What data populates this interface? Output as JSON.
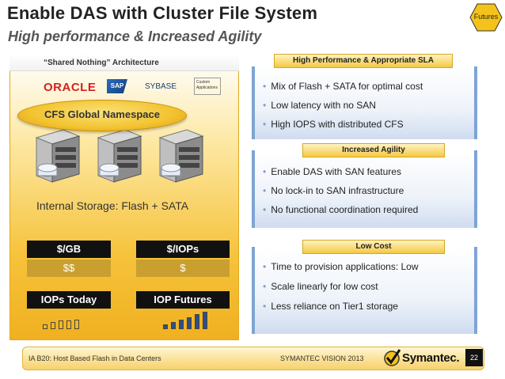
{
  "title": "Enable DAS with Cluster File System",
  "subtitle": "High performance & Increased Agility",
  "badge": "Futures",
  "left": {
    "architecture_label": "“Shared Nothing” Architecture",
    "logos": {
      "oracle": "ORACLE",
      "sap": "SAP",
      "sybase": "SYBASE",
      "custom_line1": "Custom",
      "custom_line2": "Applications"
    },
    "namespace": "CFS Global Namespace",
    "storage": "Internal Storage: Flash + SATA",
    "table": {
      "col1_head": "$/GB",
      "col2_head": "$/IOPs",
      "col1_val": "$$",
      "col2_val": "$",
      "col1_label": "IOPs Today",
      "col2_label": "IOP Futures"
    },
    "iops_today_levels": [
      0.25,
      0.4,
      0.5,
      0.5,
      0.55
    ],
    "iop_futures_levels": [
      0.25,
      0.4,
      0.55,
      0.7,
      0.85,
      1.0
    ],
    "bar_colors": {
      "today": "#f2b820",
      "futures": "#2e4f86"
    }
  },
  "sections": [
    {
      "header": "High Performance & Appropriate SLA",
      "bullets": [
        "Mix of Flash + SATA for optimal cost",
        "Low latency with no SAN",
        "High IOPS with distributed CFS"
      ]
    },
    {
      "header": "Increased Agility",
      "bullets": [
        "Enable DAS with SAN features",
        "No lock-in to SAN infrastructure",
        "No functional coordination required"
      ]
    },
    {
      "header": "Low Cost",
      "bullets": [
        "Time to provision applications: Low",
        "Scale linearly for low cost",
        "Less reliance on Tier1 storage"
      ]
    }
  ],
  "footer": {
    "left": "IA B20: Host Based Flash in Data Centers",
    "middle": "SYMANTEC VISION 2013",
    "brand": "Symantec.",
    "page": "22"
  },
  "colors": {
    "accent_gold": "#f3c330",
    "accent_blue": "#7ea4d4"
  }
}
